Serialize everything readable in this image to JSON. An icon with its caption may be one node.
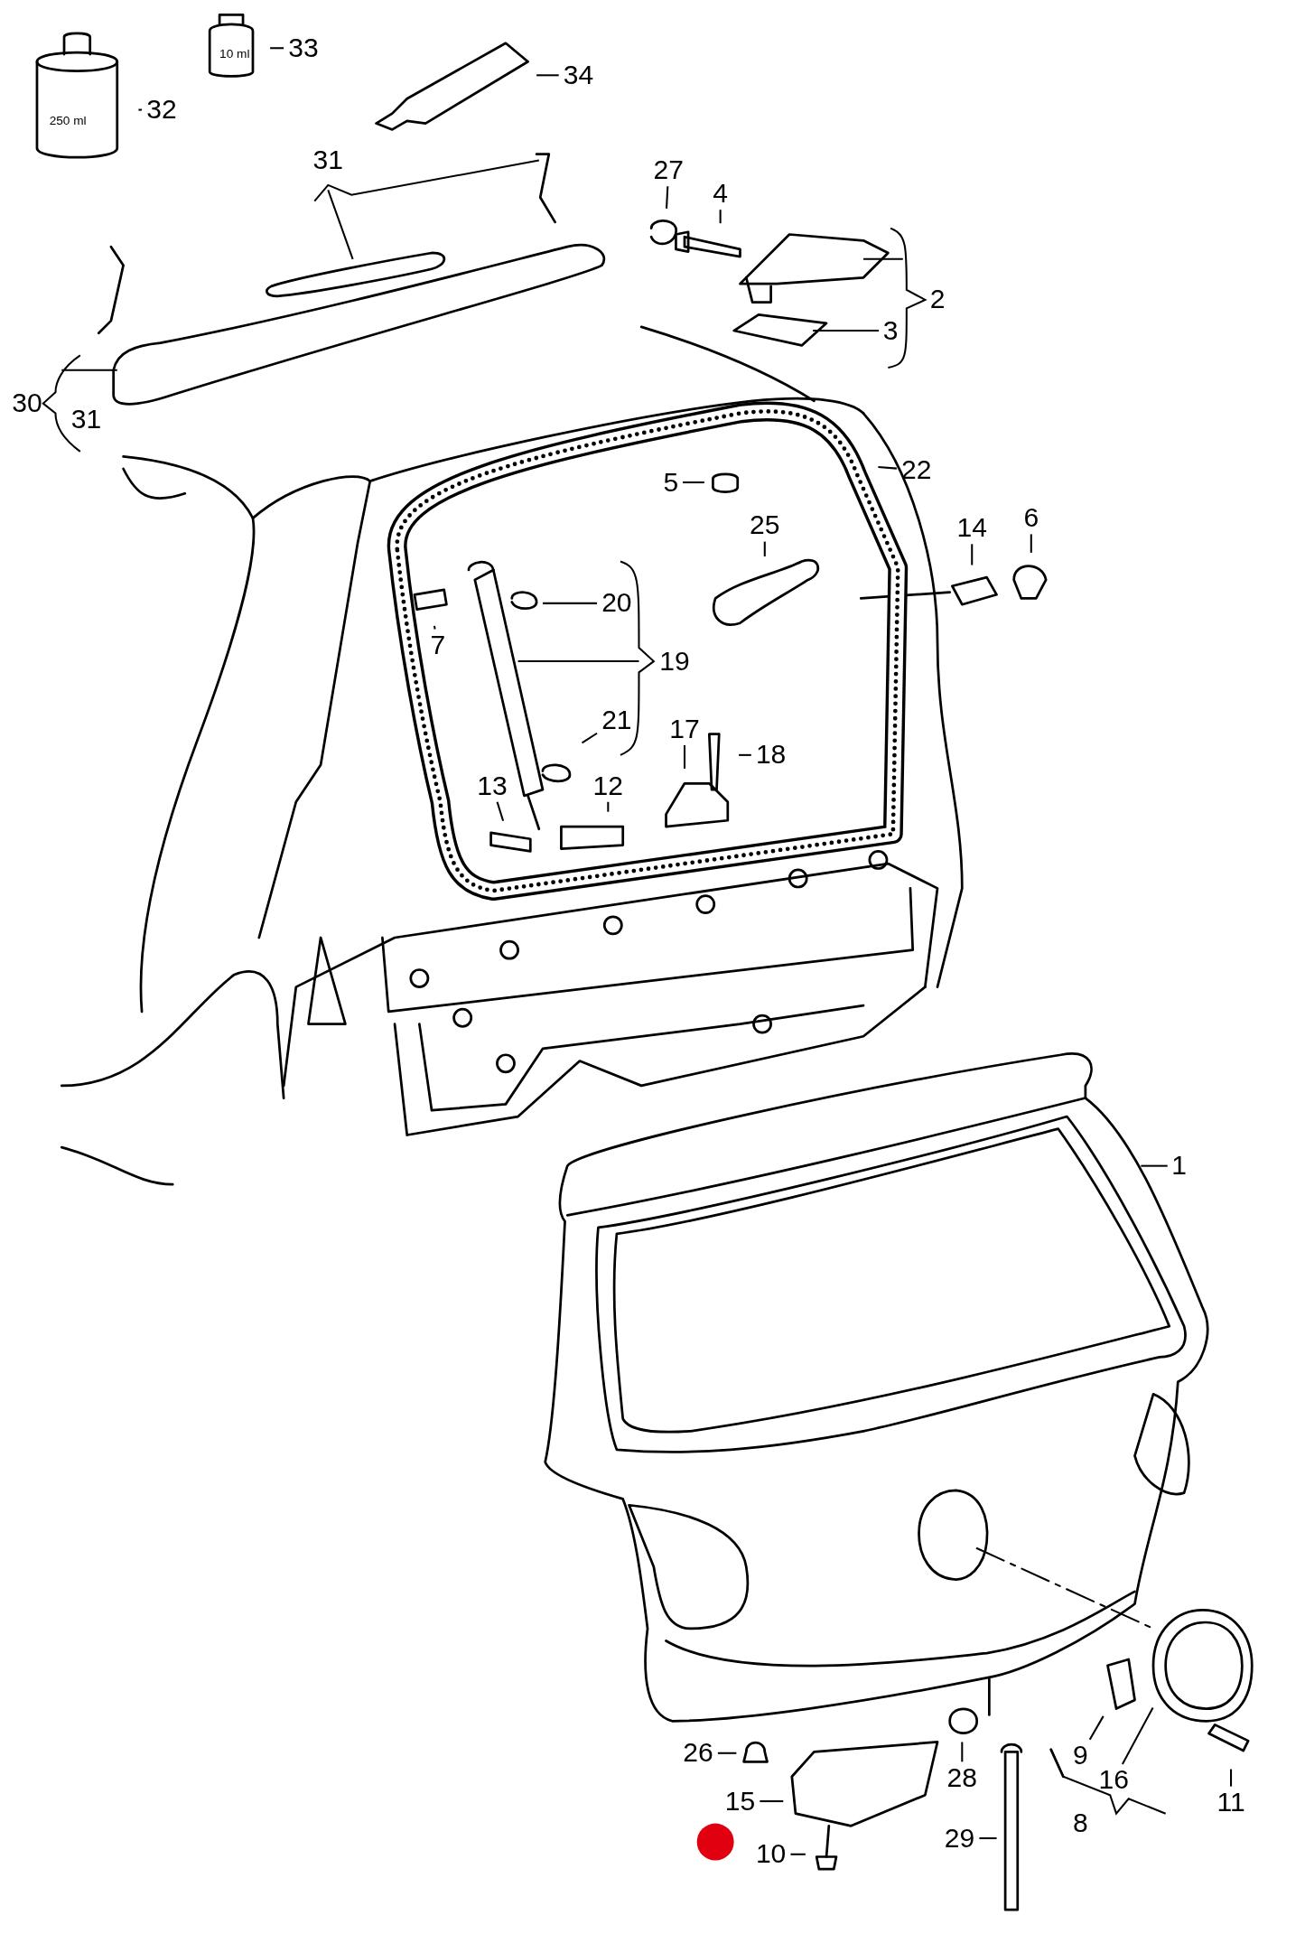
{
  "diagram": {
    "nodes": [
      {
        "text": [
          "33"
        ]
      },
      {
        "text": [
          "34"
        ]
      },
      {
        "text": [
          "32"
        ]
      },
      {
        "text": [
          "31"
        ]
      },
      {
        "text": [
          "27"
        ]
      },
      {
        "text": [
          "4"
        ]
      },
      {
        "text": [
          "2"
        ]
      },
      {
        "text": [
          "3"
        ]
      },
      {
        "text": [
          "30"
        ]
      },
      {
        "text": [
          "31"
        ]
      },
      {
        "text": [
          "5"
        ]
      },
      {
        "text": [
          "22"
        ]
      },
      {
        "text": [
          "25"
        ]
      },
      {
        "text": [
          "14"
        ]
      },
      {
        "text": [
          "6"
        ]
      },
      {
        "text": [
          "20"
        ]
      },
      {
        "text": [
          "7"
        ]
      },
      {
        "text": [
          "19"
        ]
      },
      {
        "text": [
          "21"
        ]
      },
      {
        "text": [
          "17"
        ]
      },
      {
        "text": [
          "18"
        ]
      },
      {
        "text": [
          "13"
        ]
      },
      {
        "text": [
          "12"
        ]
      },
      {
        "text": [
          "1"
        ]
      },
      {
        "text": [
          "9"
        ]
      },
      {
        "text": [
          "26"
        ]
      },
      {
        "text": [
          "28"
        ]
      },
      {
        "text": [
          "16"
        ]
      },
      {
        "text": [
          "11"
        ]
      },
      {
        "text": [
          "15"
        ]
      },
      {
        "text": [
          "8"
        ]
      },
      {
        "text": [
          "29"
        ]
      },
      {
        "text": [
          "10"
        ]
      }
    ],
    "edges": [
      {
        "from": 0,
        "to": null,
        "arrow": "none"
      },
      {
        "from": 1,
        "to": null,
        "arrow": "none"
      },
      {
        "from": 2,
        "to": null,
        "arrow": "none"
      },
      {
        "from": 4,
        "to": null,
        "arrow": "none"
      },
      {
        "from": 5,
        "to": null,
        "arrow": "none"
      },
      {
        "from": 7,
        "to": null,
        "arrow": "none"
      },
      {
        "from": 10,
        "to": null,
        "arrow": "none"
      },
      {
        "from": 11,
        "to": null,
        "arrow": "none"
      },
      {
        "from": 12,
        "to": null,
        "arrow": "none"
      },
      {
        "from": 13,
        "to": null,
        "arrow": "none"
      },
      {
        "from": 14,
        "to": null,
        "arrow": "none"
      },
      {
        "from": 15,
        "to": null,
        "arrow": "none"
      },
      {
        "from": 16,
        "to": null,
        "arrow": "none"
      },
      {
        "from": 18,
        "to": null,
        "arrow": "none"
      },
      {
        "from": 19,
        "to": null,
        "arrow": "none"
      },
      {
        "from": 20,
        "to": null,
        "arrow": "none"
      },
      {
        "from": 21,
        "to": null,
        "arrow": "none"
      },
      {
        "from": 22,
        "to": null,
        "arrow": "none"
      },
      {
        "from": 23,
        "to": null,
        "arrow": "none"
      },
      {
        "from": 24,
        "to": null,
        "arrow": "none"
      },
      {
        "from": 25,
        "to": null,
        "arrow": "none"
      },
      {
        "from": 26,
        "to": null,
        "arrow": "none"
      },
      {
        "from": 27,
        "to": null,
        "arrow": "none"
      },
      {
        "from": 28,
        "to": null,
        "arrow": "none"
      },
      {
        "from": 29,
        "to": null,
        "arrow": "none"
      },
      {
        "from": 31,
        "to": null,
        "arrow": "none"
      },
      {
        "from": 32,
        "to": null,
        "arrow": "none"
      }
    ],
    "labels": [
      "250 ml",
      "10 ml"
    ]
  }
}
